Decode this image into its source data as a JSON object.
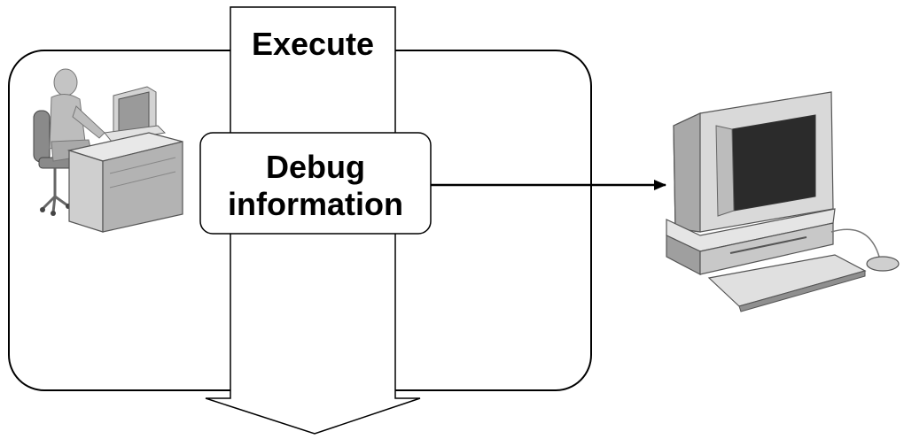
{
  "diagram": {
    "execute_label": "Execute",
    "debug_label_line1": "Debug",
    "debug_label_line2": "information",
    "colors": {
      "stroke": "#000000",
      "background": "#ffffff",
      "gray_light": "#d6d6d6",
      "gray_mid": "#a8a8a8",
      "gray_dark": "#6e6e6e",
      "screen": "#2b2b2b"
    },
    "icons": [
      "person-at-desk-icon",
      "desktop-computer-icon"
    ]
  }
}
